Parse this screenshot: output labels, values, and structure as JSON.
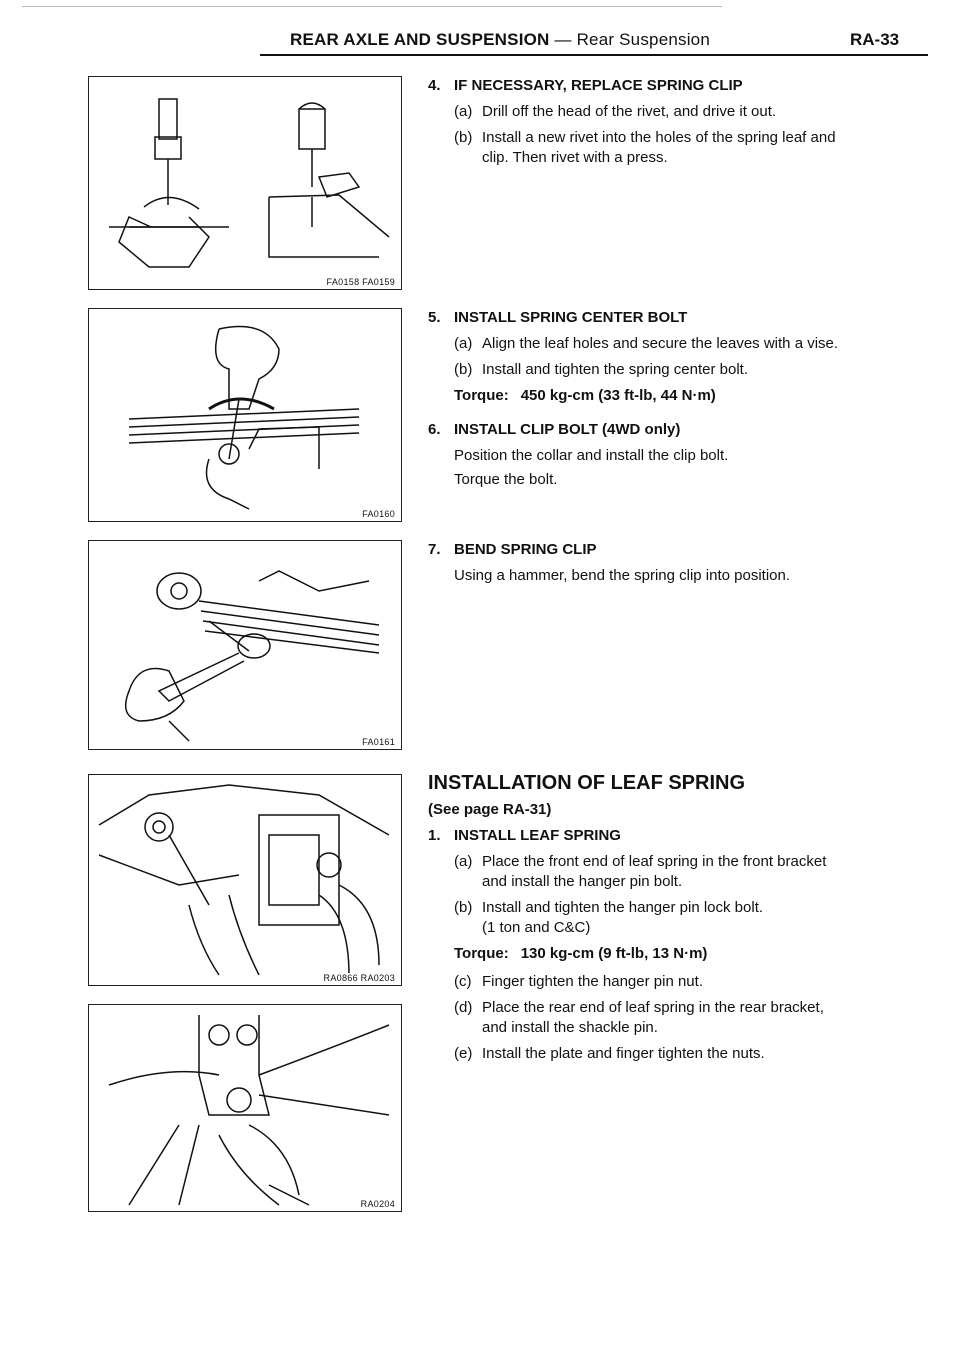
{
  "header": {
    "section": "REAR AXLE AND SUSPENSION",
    "dash": " — ",
    "subsection": "Rear Suspension",
    "page": "RA-33"
  },
  "figures": [
    {
      "code": "FA0158 FA0159",
      "icon": "drill-rivet-illustration"
    },
    {
      "code": "FA0160",
      "icon": "wrench-center-bolt-illustration"
    },
    {
      "code": "FA0161",
      "icon": "hammer-clip-illustration"
    },
    {
      "code": "RA0866 RA0203",
      "icon": "hanger-pin-illustration"
    },
    {
      "code": "RA0204",
      "icon": "shackle-illustration"
    }
  ],
  "step4": {
    "num": "4.",
    "title": "IF NECESSARY, REPLACE SPRING CLIP",
    "items": [
      {
        "label": "(a)",
        "text": "Drill off the head of the rivet, and drive it out."
      },
      {
        "label": "(b)",
        "text": "Install a new rivet into the holes of the spring leaf and",
        "text2": "clip. Then rivet with a press."
      }
    ]
  },
  "step5": {
    "num": "5.",
    "title": "INSTALL SPRING CENTER BOLT",
    "items": [
      {
        "label": "(a)",
        "text": "Align the leaf holes and secure the leaves with a vise."
      },
      {
        "label": "(b)",
        "text": "Install and tighten the spring center bolt."
      }
    ],
    "torque_label": "Torque:",
    "torque_value": "450 kg-cm (33 ft-lb, 44 N·m)"
  },
  "step6": {
    "num": "6.",
    "title": "INSTALL CLIP BOLT (4WD only)",
    "line1": "Position the collar and install the clip bolt.",
    "line2": "Torque the bolt."
  },
  "step7": {
    "num": "7.",
    "title": "BEND SPRING CLIP",
    "line1": "Using a hammer, bend the spring clip into position."
  },
  "installation": {
    "heading": "INSTALLATION OF LEAF SPRING",
    "see_page": "(See page RA-31)",
    "num": "1.",
    "title": "INSTALL LEAF SPRING",
    "a": {
      "label": "(a)",
      "text": "Place the front end of leaf spring in the front bracket",
      "text2": "and install the hanger pin bolt."
    },
    "b": {
      "label": "(b)",
      "text": "Install and tighten the hanger pin lock bolt.",
      "text2": "(1 ton and C&C)"
    },
    "torque_label": "Torque:",
    "torque_value": "130 kg-cm (9 ft-lb, 13 N·m)",
    "c": {
      "label": "(c)",
      "text": "Finger tighten the hanger pin nut."
    },
    "d": {
      "label": "(d)",
      "text": "Place the rear end of leaf spring in the rear bracket,",
      "text2": "and install the shackle pin."
    },
    "e": {
      "label": "(e)",
      "text": "Install the plate and finger tighten the nuts."
    }
  }
}
